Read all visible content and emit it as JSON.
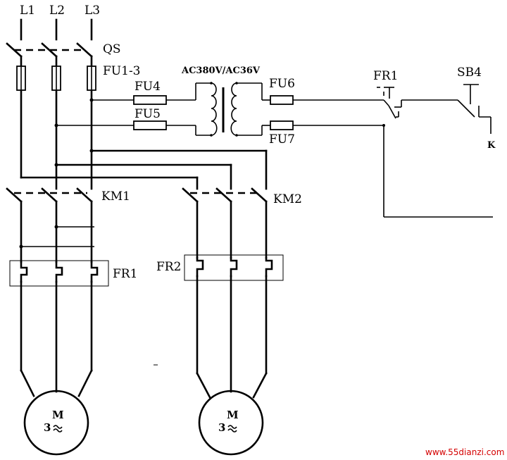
{
  "labels": {
    "l1": "L1",
    "l2": "L2",
    "l3": "L3",
    "qs": "QS",
    "fu13": "FU1-3",
    "fu4": "FU4",
    "fu5": "FU5",
    "transformer": "AC380V/AC36V",
    "fu6": "FU6",
    "fu7": "FU7",
    "fr1_contact": "FR1",
    "sb4": "SB4",
    "k_partial": "K",
    "km1": "KM1",
    "km2": "KM2",
    "fr1": "FR1",
    "fr2": "FR2",
    "motor1_m": "M",
    "motor1_3": "3",
    "motor2_m": "M",
    "motor2_3": "3",
    "watermark": "www.55dianzi.com"
  }
}
